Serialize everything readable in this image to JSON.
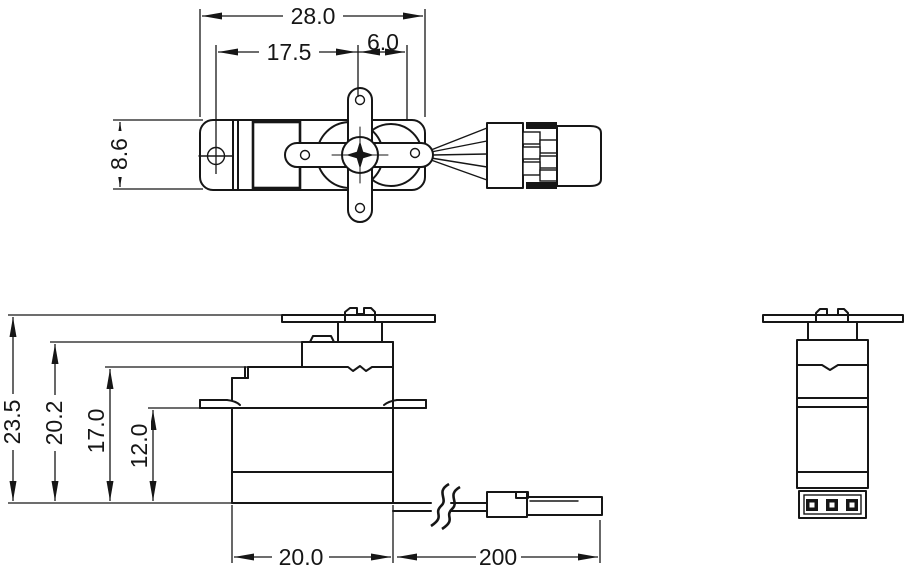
{
  "drawing": {
    "kind": "servo-outline-dimension-drawing",
    "colors": {
      "line": "#161616",
      "background": "#ffffff"
    }
  },
  "dims": {
    "overall_length": "28.0",
    "hole_to_axis": "17.5",
    "axis_to_right": "6.0",
    "body_width": "8.6",
    "overall_height": "23.5",
    "upper_height": "20.2",
    "case_height": "17.0",
    "flange_height": "12.0",
    "case_length": "20.0",
    "cable_length": "200"
  }
}
